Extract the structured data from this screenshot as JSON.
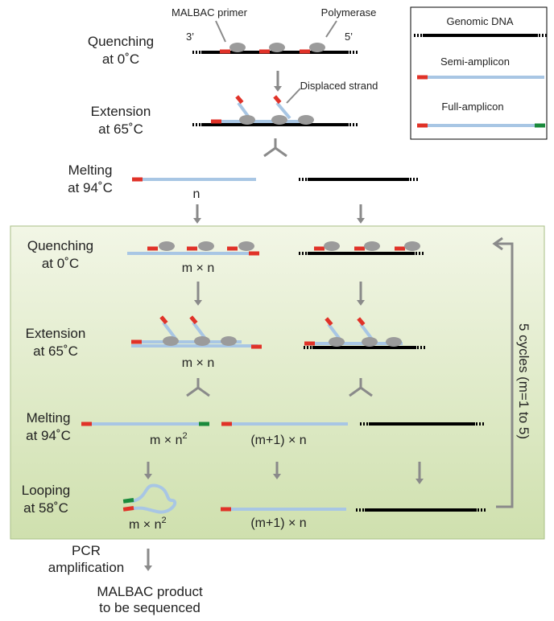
{
  "colors": {
    "genomic": "#000000",
    "amplicon": "#a8c6e4",
    "primer": "#e03228",
    "primer_end": "#1a8a3c",
    "polymerase": "#9b9b9b",
    "arrow": "#8a8a8a",
    "panel_fill_top": "#f2f6e6",
    "panel_fill_bottom": "#cfe0ae",
    "panel_border": "#a8bf86"
  },
  "top": {
    "annotations": {
      "primer": "MALBAC primer",
      "polymerase": "Polymerase",
      "end3": "3’",
      "end5": "5’",
      "displaced": "Displaced strand"
    },
    "steps": [
      {
        "line1": "Quenching",
        "line2": "at 0˚C"
      },
      {
        "line1": "Extension",
        "line2": "at 65˚C"
      },
      {
        "line1": "Melting",
        "line2": "at 94˚C"
      }
    ],
    "count_n": "n"
  },
  "legend": {
    "genomic": "Genomic DNA",
    "semi": "Semi-amplicon",
    "full": "Full-amplicon"
  },
  "cycle": {
    "steps": [
      {
        "line1": "Quenching",
        "line2": "at 0˚C"
      },
      {
        "line1": "Extension",
        "line2": "at 65˚C"
      },
      {
        "line1": "Melting",
        "line2": "at 94˚C"
      },
      {
        "line1": "Looping",
        "line2": "at 58˚C"
      }
    ],
    "count_mn": "m × n",
    "count_mn2_base": "m × n",
    "count_mn2_exp": "2",
    "count_m1n": "(m+1) × n",
    "label": "5 cycles (m=1 to 5)"
  },
  "bottom": {
    "pcr_line1": "PCR",
    "pcr_line2": "amplification",
    "product_line1": "MALBAC product",
    "product_line2": "to be sequenced"
  }
}
